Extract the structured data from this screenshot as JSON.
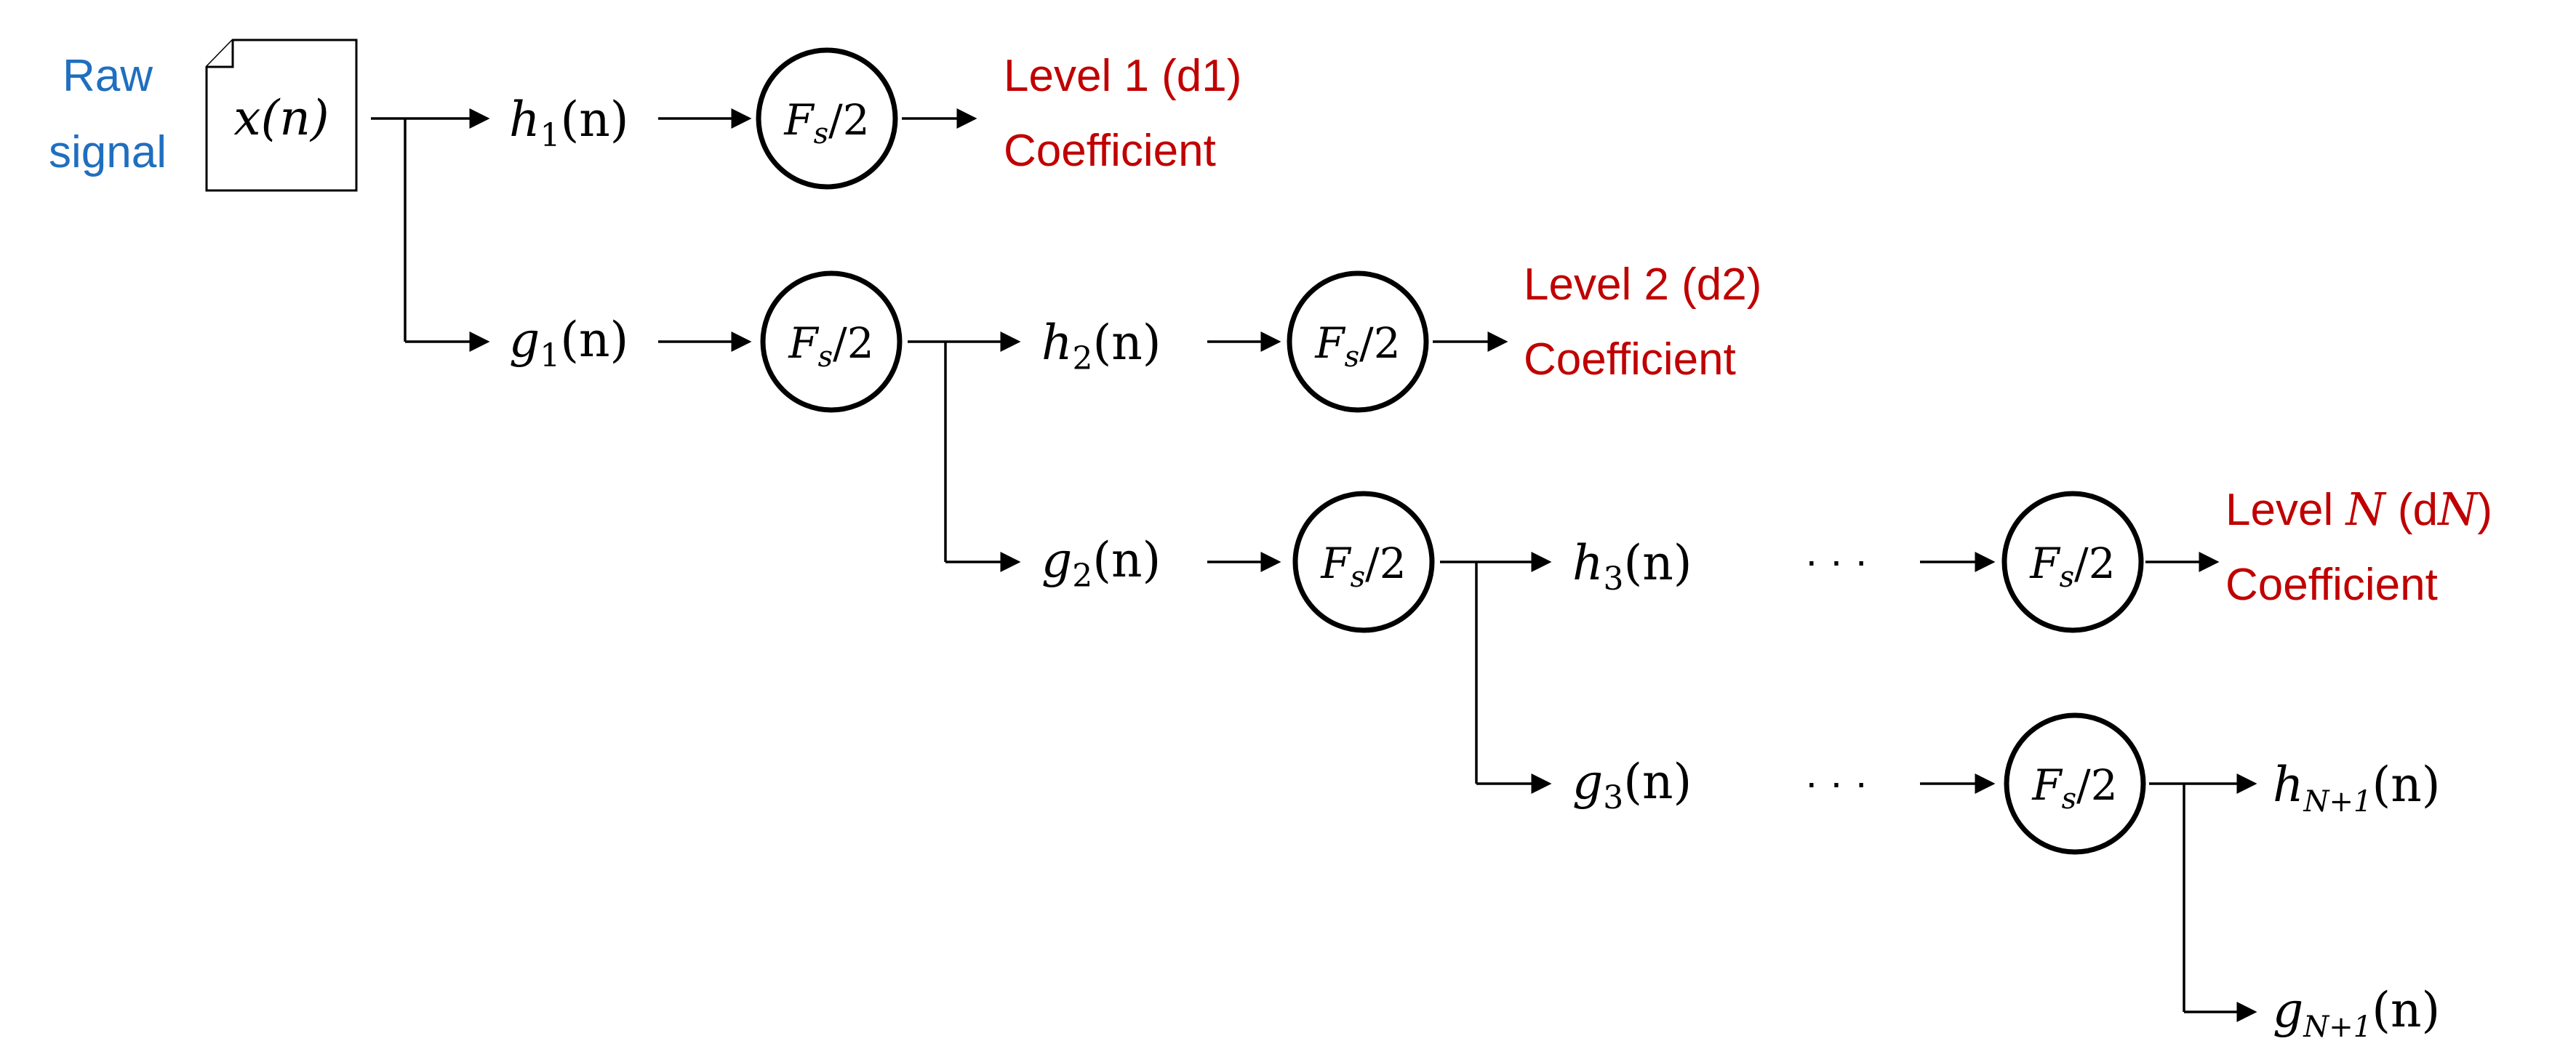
{
  "raw_signal": {
    "line1": "Raw",
    "line2": "signal",
    "input": "x(n)"
  },
  "filters": {
    "h1": {
      "sym": "h",
      "sub": "1",
      "arg": "(n)"
    },
    "g1": {
      "sym": "g",
      "sub": "1",
      "arg": "(n)"
    },
    "h2": {
      "sym": "h",
      "sub": "2",
      "arg": "(n)"
    },
    "g2": {
      "sym": "g",
      "sub": "2",
      "arg": "(n)"
    },
    "h3": {
      "sym": "h",
      "sub": "3",
      "arg": "(n)"
    },
    "g3": {
      "sym": "g",
      "sub": "3",
      "arg": "(n)"
    },
    "hN1": {
      "sym": "h",
      "sub": "N+1",
      "arg": "(n)"
    },
    "gN1": {
      "sym": "g",
      "sub": "N+1",
      "arg": "(n)"
    }
  },
  "downsampler": {
    "sym": "F",
    "sub": "s",
    "div": "/2"
  },
  "ellipsis": "· · ·",
  "levels": {
    "l1": {
      "line1": "Level 1 (d1)",
      "line2": "Coefficient"
    },
    "l2": {
      "line1": "Level 2 (d2)",
      "line2": "Coefficient"
    },
    "lN": {
      "pre": "Level ",
      "var": "N",
      "mid": " (d",
      "var2": "N",
      "post": ")",
      "line2": "Coefficient"
    }
  },
  "colors": {
    "raw_signal": "#1f6fbf",
    "coefficient": "#c00000"
  }
}
